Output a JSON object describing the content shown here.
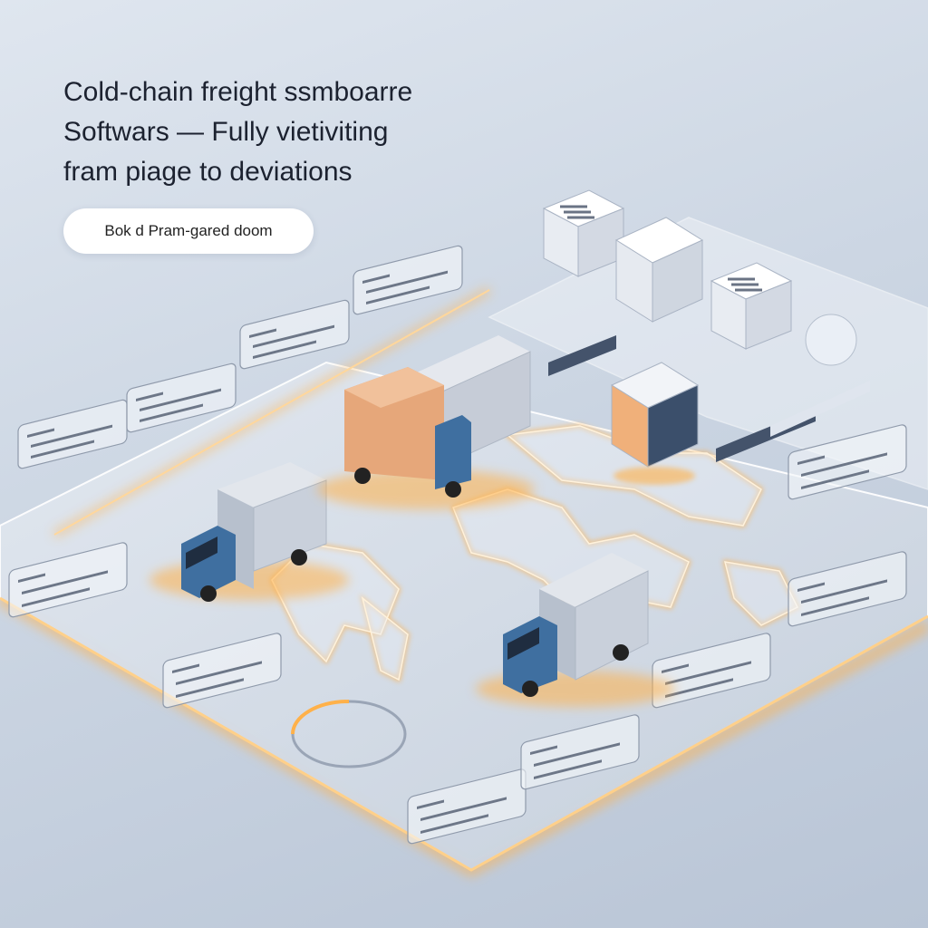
{
  "headline": {
    "line1": "Cold-chain freight ssmboarre",
    "line2": "Softwars  —  Fully vietiviting",
    "line3": "fram piage to deviations"
  },
  "cta": {
    "label": "Bok d Pram-gared doom"
  },
  "colors": {
    "accent_glow": "#ffb14a",
    "truck_cab": "#3f6fa0",
    "container": "#c4ccd8",
    "orange_container": "#e6a77a"
  },
  "icons": [
    "document-list-icon",
    "box-icon",
    "document-list-icon",
    "cube-icon",
    "globe-icon",
    "truck-icon"
  ]
}
